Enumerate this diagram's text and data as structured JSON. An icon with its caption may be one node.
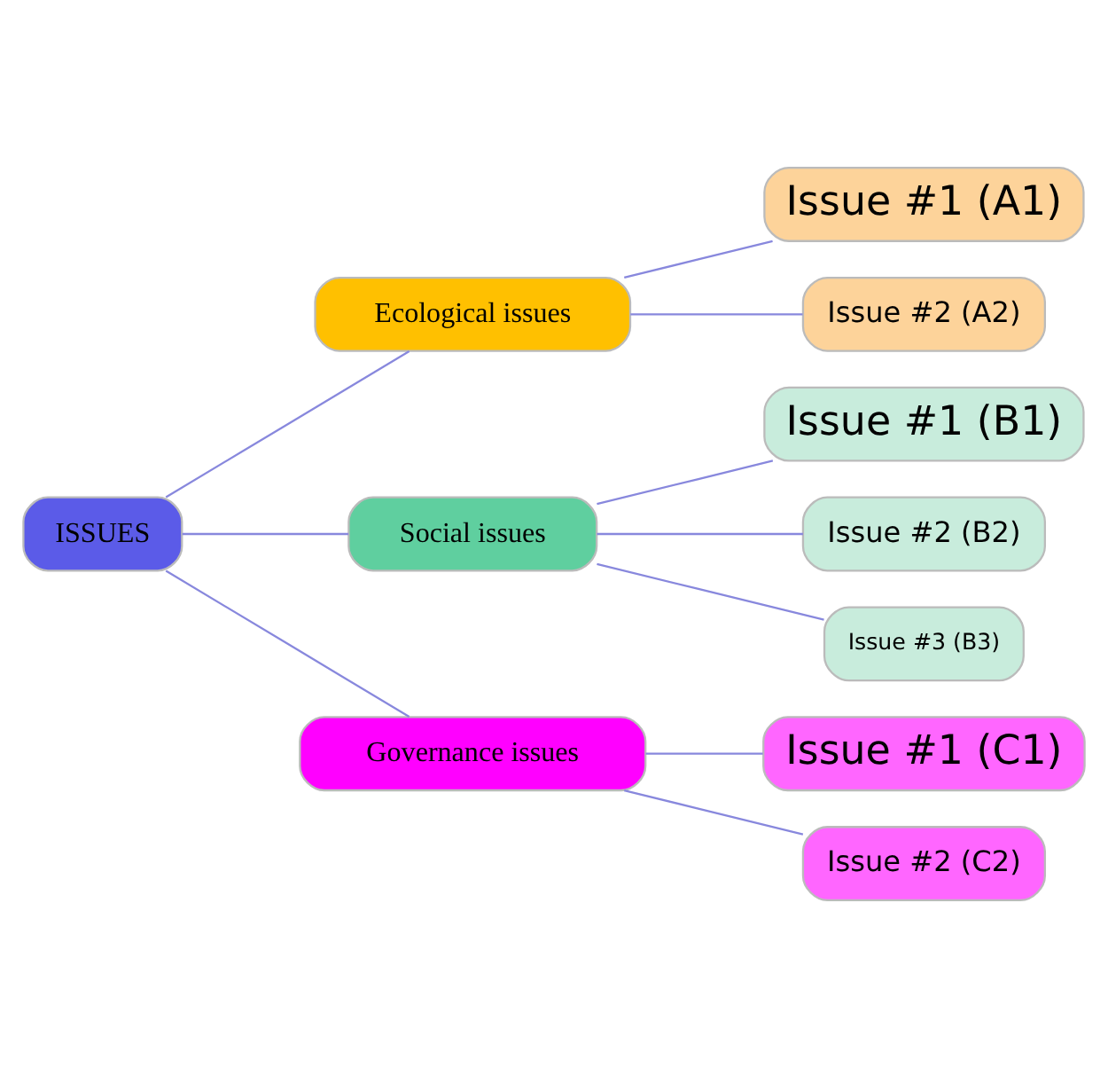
{
  "diagram": {
    "nodes": [
      {
        "text": [
          "ISSUES"
        ]
      },
      {
        "text": [
          "Ecological issues"
        ]
      },
      {
        "text": [
          "Social issues"
        ]
      },
      {
        "text": [
          "Governance issues"
        ]
      },
      {
        "text": [
          "Issue #1 (A1)"
        ]
      },
      {
        "text": [
          "Issue #2 (A2)"
        ]
      },
      {
        "text": [
          "Issue #1 (B1)"
        ]
      },
      {
        "text": [
          "Issue #2 (B2)"
        ]
      },
      {
        "text": [
          "Issue #3 (B3)"
        ]
      },
      {
        "text": [
          "Issue #1 (C1)"
        ]
      },
      {
        "text": [
          "Issue #2 (C2)"
        ]
      }
    ],
    "edges": [
      {
        "from": 0,
        "to": 1,
        "arrow": "none"
      },
      {
        "from": 0,
        "to": 2,
        "arrow": "none"
      },
      {
        "from": 0,
        "to": 3,
        "arrow": "none"
      },
      {
        "from": 1,
        "to": 4,
        "arrow": "none"
      },
      {
        "from": 1,
        "to": 5,
        "arrow": "none"
      },
      {
        "from": 2,
        "to": 6,
        "arrow": "none"
      },
      {
        "from": 2,
        "to": 7,
        "arrow": "none"
      },
      {
        "from": 2,
        "to": 8,
        "arrow": "none"
      },
      {
        "from": 3,
        "to": 9,
        "arrow": "none"
      },
      {
        "from": 3,
        "to": 10,
        "arrow": "none"
      }
    ]
  }
}
